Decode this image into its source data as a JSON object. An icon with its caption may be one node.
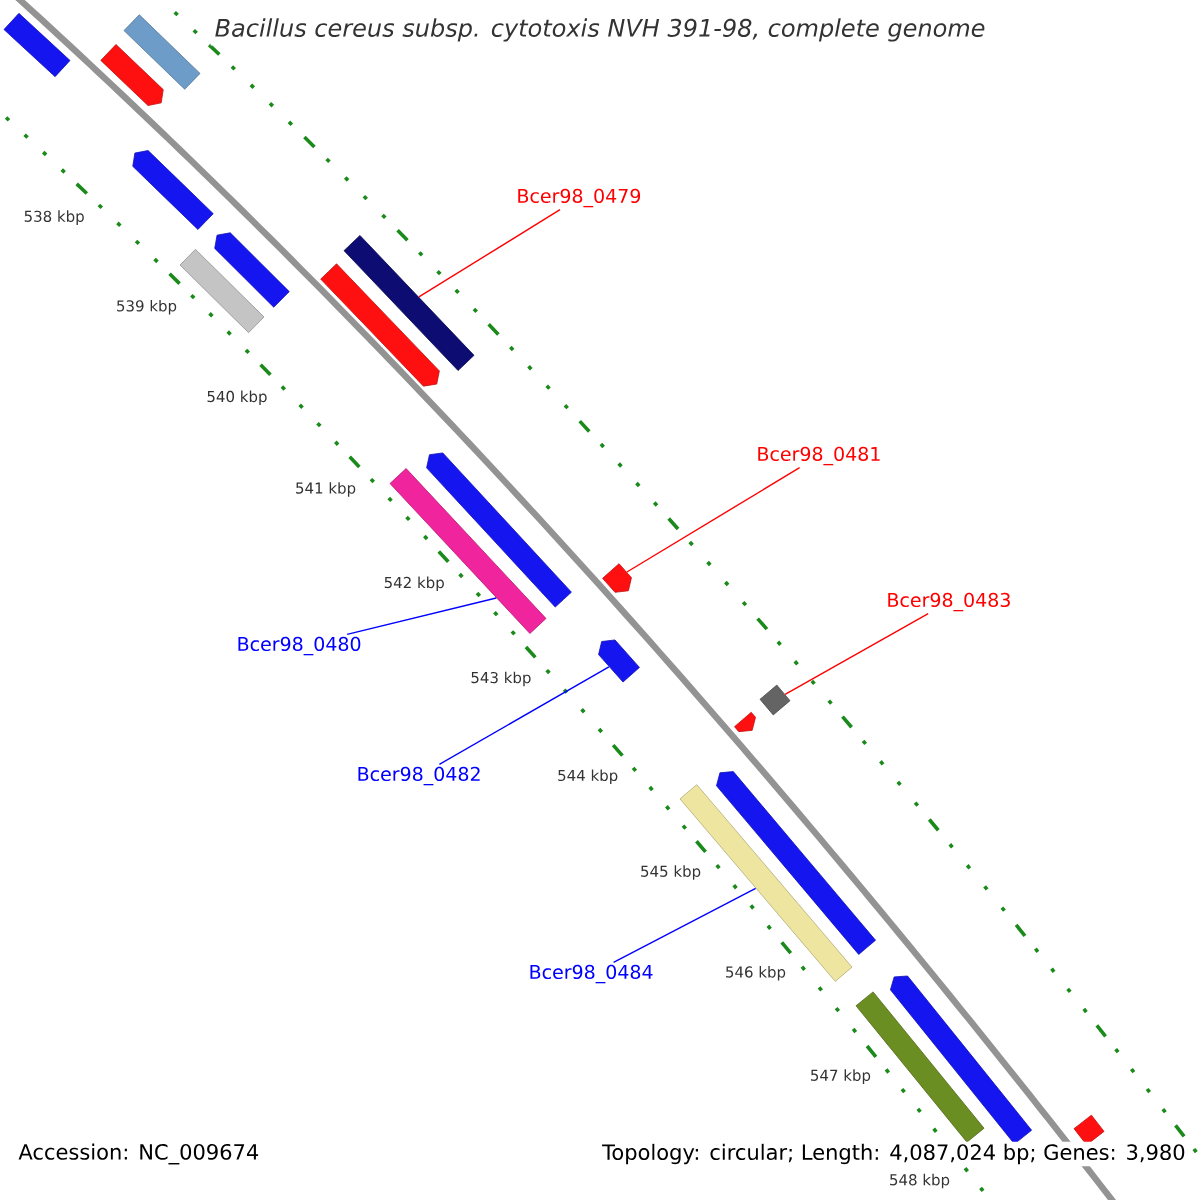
{
  "diagram": {
    "title": "Bacillus cereus subsp. cytotoxis NVH 391-98, complete genome",
    "nodes": [
      {
        "text": [
          "Bcer98_0479"
        ]
      },
      {
        "text": [
          "Bcer98_0481"
        ]
      },
      {
        "text": [
          "Bcer98_0480"
        ]
      },
      {
        "text": [
          "Bcer98_0483"
        ]
      },
      {
        "text": [
          "Bcer98_0482"
        ]
      },
      {
        "text": [
          "Bcer98_0484"
        ]
      },
      {
        "text": [],
        "shape": "bar"
      },
      {
        "text": [],
        "shape": "pentagon"
      },
      {
        "text": [],
        "shape": "bar"
      },
      {
        "text": [],
        "shape": "pentagon"
      },
      {
        "text": [],
        "shape": "pentagon"
      },
      {
        "text": [],
        "shape": "bar"
      },
      {
        "text": [],
        "shape": "bar"
      },
      {
        "text": [],
        "shape": "pentagon"
      },
      {
        "text": [],
        "shape": "pentagon"
      },
      {
        "text": [],
        "shape": "bar"
      },
      {
        "text": [],
        "shape": "pentagon"
      },
      {
        "text": [],
        "shape": "pentagon"
      },
      {
        "text": [],
        "shape": "bar"
      },
      {
        "text": [],
        "shape": "pentagon"
      },
      {
        "text": [],
        "shape": "pentagon"
      },
      {
        "text": [],
        "shape": "bar"
      },
      {
        "text": [],
        "shape": "pentagon"
      },
      {
        "text": [],
        "shape": "bar"
      },
      {
        "text": [],
        "shape": "bar"
      }
    ],
    "edges": [
      {
        "from": 0,
        "to": 12,
        "arrow": "none",
        "color": "#ff0000"
      },
      {
        "from": 1,
        "to": 16,
        "arrow": "none",
        "color": "#ff0000"
      },
      {
        "from": 2,
        "to": 15,
        "arrow": "none",
        "color": "#0000ff"
      },
      {
        "from": 3,
        "to": 18,
        "arrow": "none",
        "color": "#ff0000"
      },
      {
        "from": 4,
        "to": 17,
        "arrow": "none",
        "color": "#0000ff"
      },
      {
        "from": 5,
        "to": 21,
        "arrow": "none",
        "color": "#0000ff"
      }
    ],
    "labels": [
      "538 kbp",
      "539 kbp",
      "540 kbp",
      "541 kbp",
      "542 kbp",
      "543 kbp",
      "544 kbp",
      "545 kbp",
      "546 kbp",
      "547 kbp",
      "548 kbp",
      "Accession: NC_009674",
      "Topology: circular; Length: 4,087,024 bp; Genes: 3,980"
    ]
  }
}
